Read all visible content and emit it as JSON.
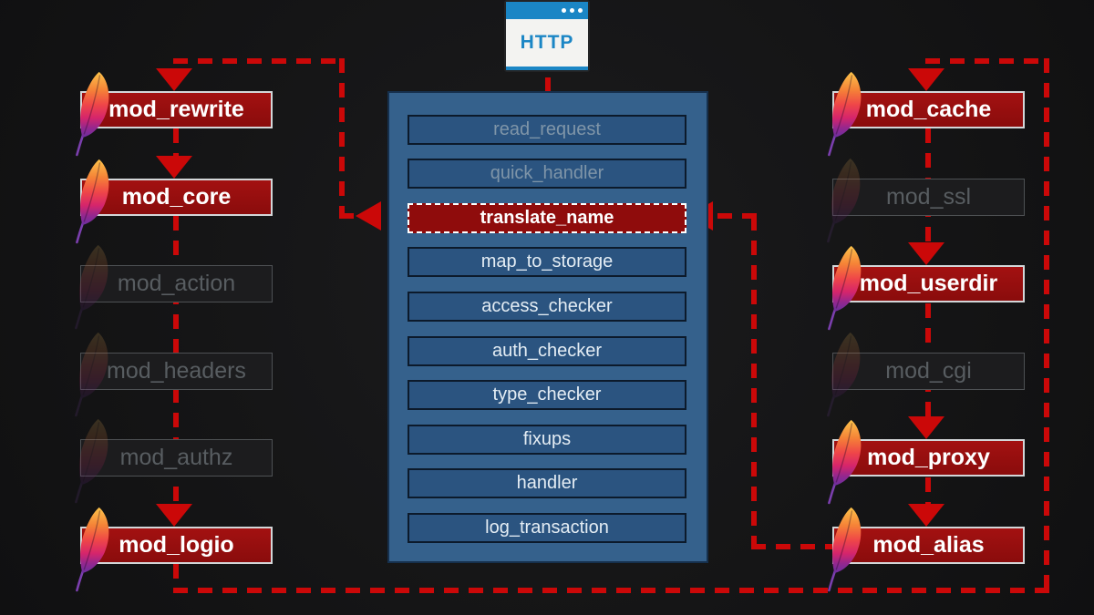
{
  "browser": {
    "label": "HTTP"
  },
  "center_panel": {
    "phases": [
      {
        "label": "read_request",
        "state": "dim"
      },
      {
        "label": "quick_handler",
        "state": "dim"
      },
      {
        "label": "translate_name",
        "state": "active"
      },
      {
        "label": "map_to_storage",
        "state": "normal"
      },
      {
        "label": "access_checker",
        "state": "normal"
      },
      {
        "label": "auth_checker",
        "state": "normal"
      },
      {
        "label": "type_checker",
        "state": "normal"
      },
      {
        "label": "fixups",
        "state": "normal"
      },
      {
        "label": "handler",
        "state": "normal"
      },
      {
        "label": "log_transaction",
        "state": "normal"
      }
    ]
  },
  "left_modules": [
    {
      "label": "mod_rewrite",
      "state": "active"
    },
    {
      "label": "mod_core",
      "state": "active"
    },
    {
      "label": "mod_action",
      "state": "dim"
    },
    {
      "label": "mod_headers",
      "state": "dim"
    },
    {
      "label": "mod_authz",
      "state": "dim"
    },
    {
      "label": "mod_logio",
      "state": "active"
    }
  ],
  "right_modules": [
    {
      "label": "mod_cache",
      "state": "active"
    },
    {
      "label": "mod_ssl",
      "state": "dim"
    },
    {
      "label": "mod_userdir",
      "state": "active"
    },
    {
      "label": "mod_cgi",
      "state": "dim"
    },
    {
      "label": "mod_proxy",
      "state": "active"
    },
    {
      "label": "mod_alias",
      "state": "active"
    }
  ],
  "colors": {
    "flow_red": "#cb0808",
    "panel_blue": "#35618c",
    "phase_blue": "#2b5480",
    "module_red": "#960f0f",
    "highlight_red": "#8f0c0c",
    "browser_blue": "#1b86c5",
    "background": "#141415"
  }
}
